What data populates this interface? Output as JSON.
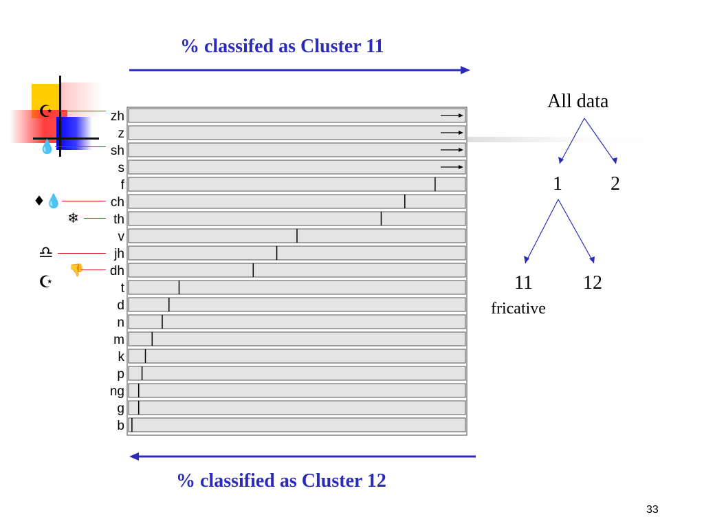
{
  "slide": {
    "title_top": "% classifed as Cluster 11",
    "title_bottom": "% classified as Cluster 12",
    "page_number": "33",
    "accent_color": "#2b2bb8"
  },
  "tree": {
    "root": "All data",
    "level1_left": "1",
    "level1_right": "2",
    "level2_left": "11",
    "level2_right": "12",
    "level2_left_note": "fricative",
    "edge_color": "#2b2bb8"
  },
  "markers": [
    {
      "row": "zh",
      "symbol": "☪",
      "icon": "crescent-star-icon"
    },
    {
      "row": "sh",
      "symbol": "💧",
      "icon": "water-drop-icon"
    },
    {
      "row": "ch",
      "symbol": "♦💧",
      "icon": "diamond-drop-icon"
    },
    {
      "row": "th",
      "symbol": "❄",
      "icon": "snowflake-icon"
    },
    {
      "row": "jh",
      "symbol": "♎",
      "icon": "libra-icon"
    },
    {
      "row": "dh",
      "symbol": "👎",
      "icon": "thumbs-down-icon"
    },
    {
      "row": "t",
      "symbol": "☪",
      "icon": "crescent-star-icon"
    }
  ],
  "chart_data": {
    "type": "bar",
    "orientation": "horizontal",
    "categories": [
      "zh",
      "z",
      "sh",
      "s",
      "f",
      "ch",
      "th",
      "v",
      "jh",
      "dh",
      "t",
      "d",
      "n",
      "m",
      "k",
      "p",
      "ng",
      "g",
      "b"
    ],
    "series": [
      {
        "values": [
          100,
          100,
          100,
          100,
          91,
          82,
          75,
          50,
          44,
          37,
          15,
          12,
          10,
          7,
          5,
          4,
          3,
          3,
          1
        ]
      }
    ],
    "overflow_arrows": [
      "zh",
      "z",
      "sh",
      "s"
    ],
    "xlim": [
      0,
      100
    ],
    "grid": false
  }
}
